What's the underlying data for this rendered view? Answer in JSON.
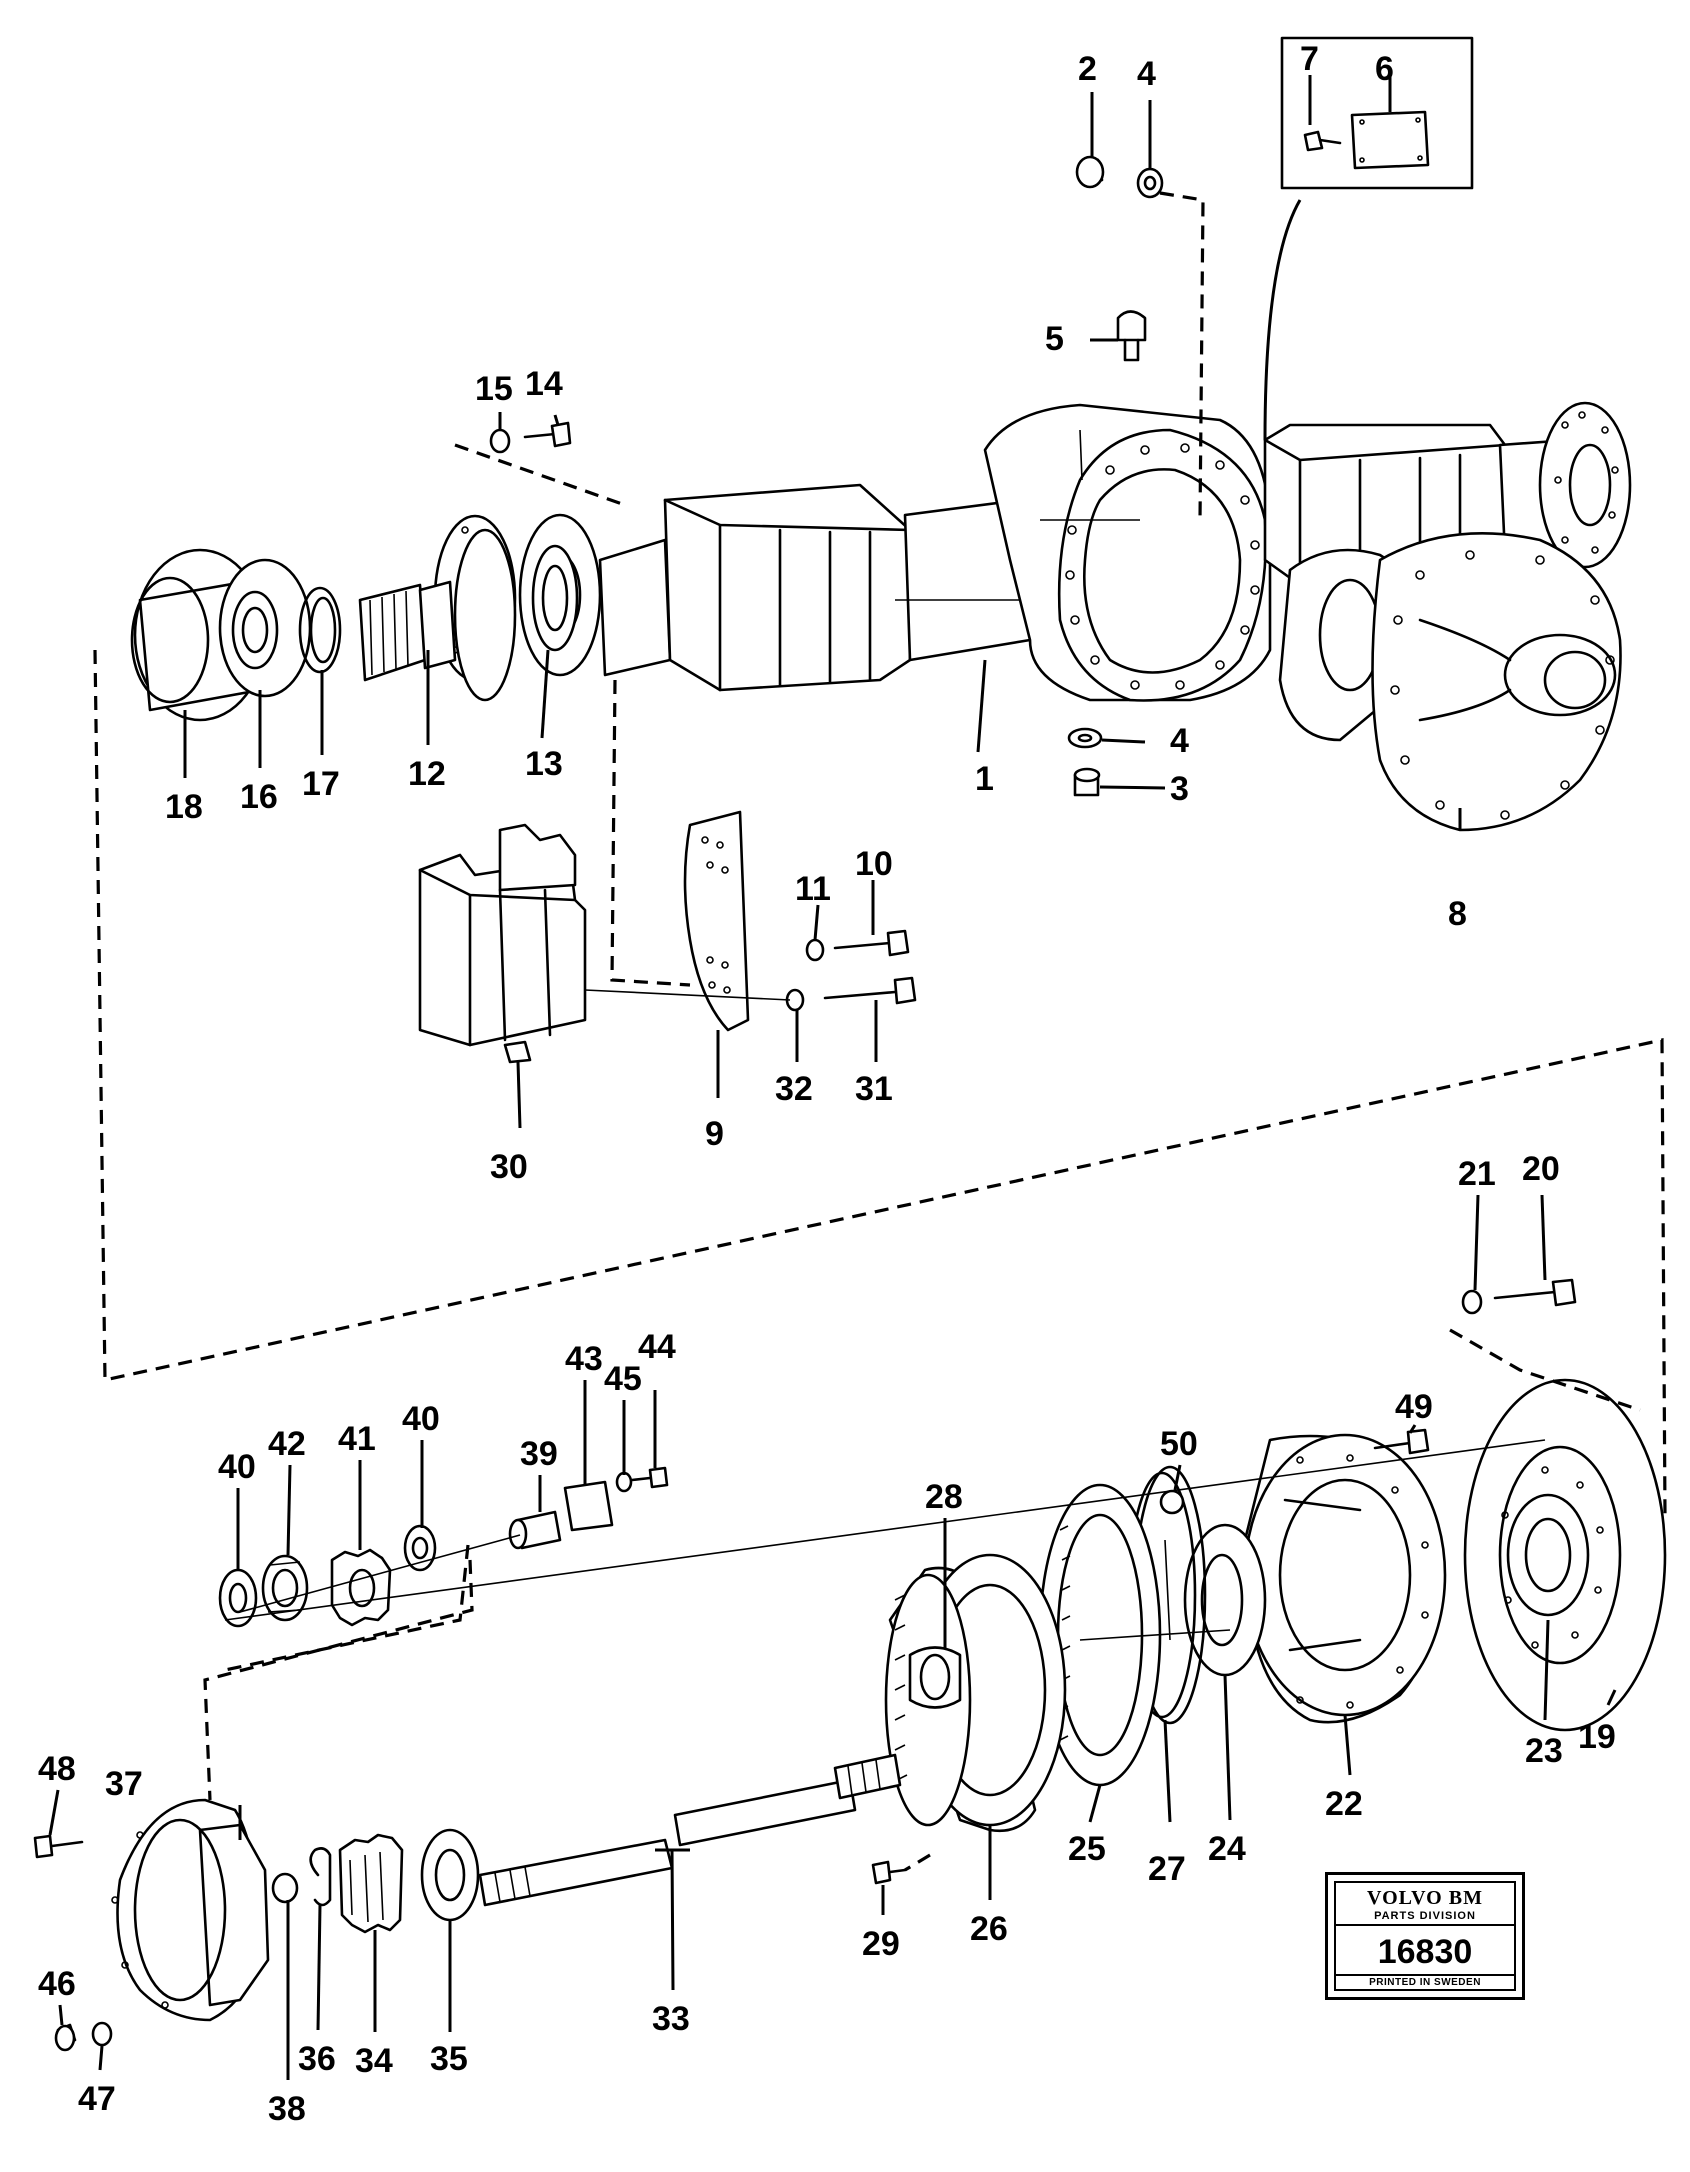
{
  "diagram": {
    "callouts": [
      "1",
      "2",
      "3",
      "4",
      "4",
      "5",
      "6",
      "7",
      "8",
      "9",
      "10",
      "11",
      "12",
      "13",
      "14",
      "15",
      "16",
      "17",
      "18",
      "19",
      "20",
      "21",
      "22",
      "23",
      "24",
      "25",
      "26",
      "27",
      "28",
      "29",
      "30",
      "31",
      "32",
      "33",
      "34",
      "35",
      "36",
      "37",
      "38",
      "39",
      "40",
      "40",
      "41",
      "42",
      "43",
      "44",
      "45",
      "46",
      "47",
      "48",
      "49",
      "50"
    ]
  },
  "label_plate": {
    "brand": "VOLVO BM",
    "division": "PARTS DIVISION",
    "number": "16830",
    "printed": "PRINTED IN SWEDEN"
  }
}
